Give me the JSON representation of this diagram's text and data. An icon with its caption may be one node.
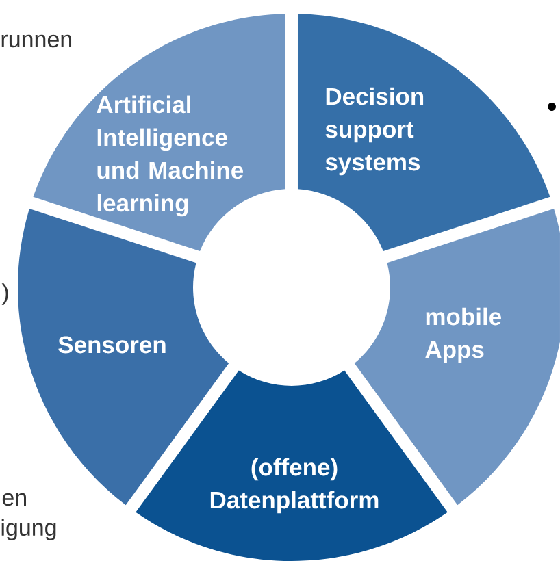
{
  "diagram": {
    "nodes": [
      {
        "text": [
          "Artificial Intelligence und Machine learning"
        ]
      },
      {
        "text": [
          "Decision support systems"
        ]
      },
      {
        "text": [
          "mobile Apps"
        ]
      },
      {
        "text": [
          "(offene) Datenplattform"
        ]
      },
      {
        "text": [
          "Sensoren"
        ]
      }
    ],
    "labels": [
      "runnen",
      ")",
      "en",
      "igung"
    ]
  }
}
